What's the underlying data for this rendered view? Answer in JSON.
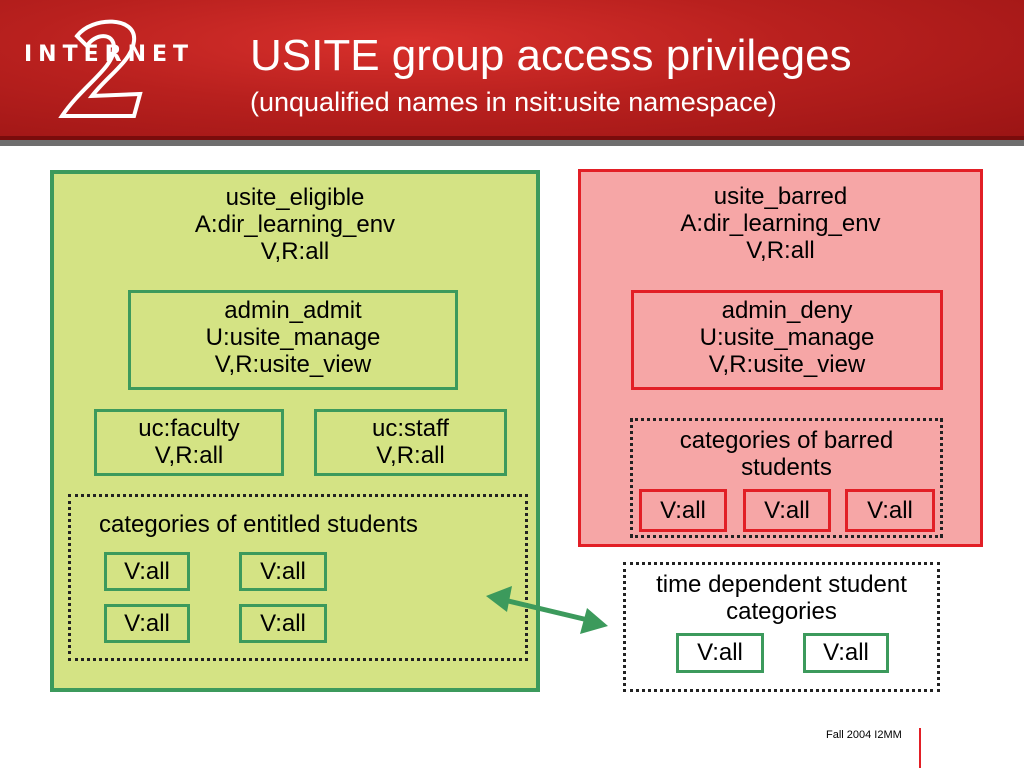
{
  "header": {
    "logo_text": "INTERNET",
    "title": "USITE group access privileges",
    "subtitle": "(unqualified names in nsit:usite namespace)"
  },
  "eligible": {
    "lines": [
      "usite_eligible",
      "A:dir_learning_env",
      "V,R:all"
    ],
    "admin": [
      "admin_admit",
      "U:usite_manage",
      "V,R:usite_view"
    ],
    "faculty": [
      "uc:faculty",
      "V,R:all"
    ],
    "staff": [
      "uc:staff",
      "V,R:all"
    ],
    "entitled_label": "categories of entitled students",
    "entitled_items": [
      "V:all",
      "V:all",
      "V:all",
      "V:all"
    ]
  },
  "barred": {
    "lines": [
      "usite_barred",
      "A:dir_learning_env",
      "V,R:all"
    ],
    "admin": [
      "admin_deny",
      "U:usite_manage",
      "V,R:usite_view"
    ],
    "categories_label": [
      "categories of barred",
      "students"
    ],
    "items": [
      "V:all",
      "V:all",
      "V:all"
    ]
  },
  "time_dependent": {
    "label": [
      "time dependent student",
      "categories"
    ],
    "items": [
      "V:all",
      "V:all"
    ]
  },
  "colors": {
    "green_fill": "#d4e384",
    "green_border": "#3c9a5c",
    "red_fill": "#f6a6a6",
    "red_border": "#e21f26",
    "banner_red": "#b8201e"
  },
  "footer": {
    "text": "Fall 2004 I2MM"
  }
}
